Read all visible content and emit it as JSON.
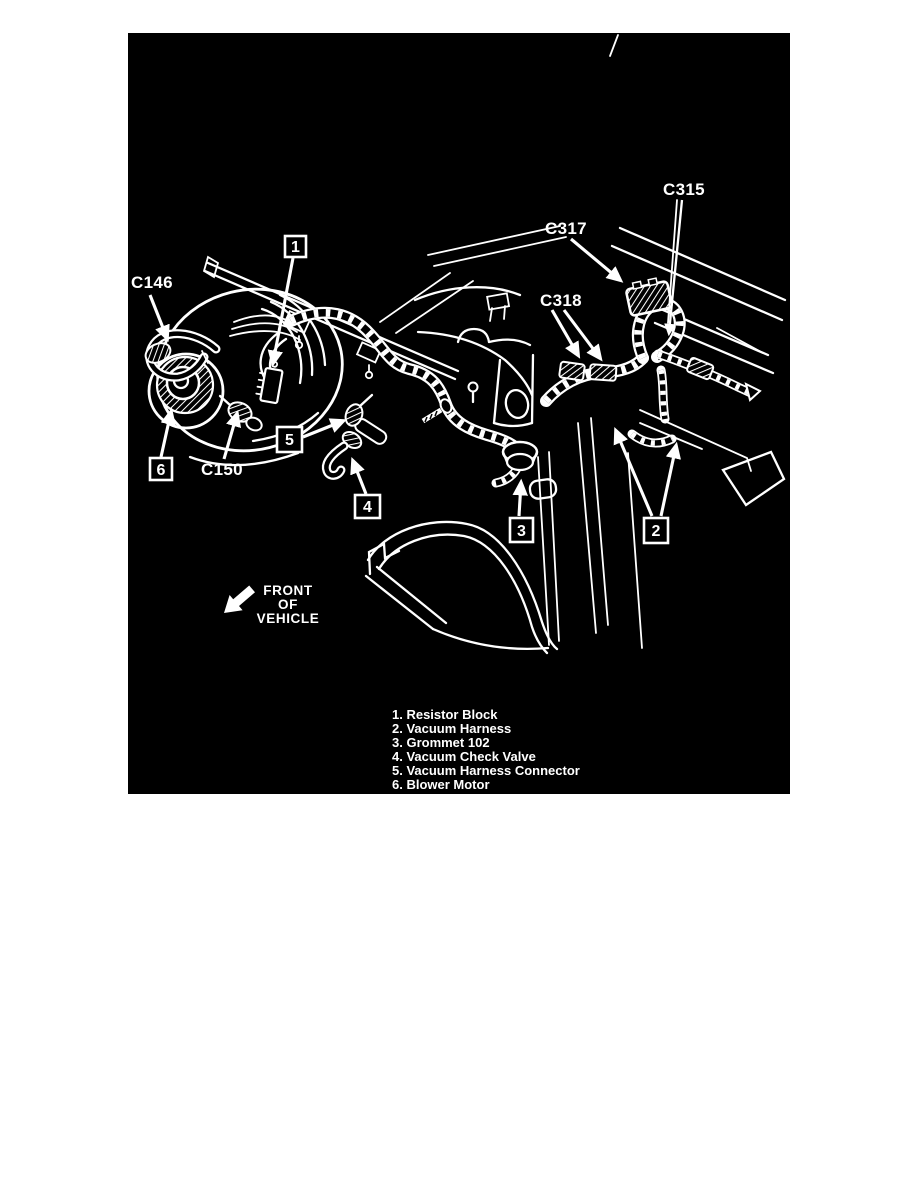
{
  "diagram": {
    "type": "service-manual-illustration",
    "subject": "Blower motor and vacuum harness routing",
    "colors": {
      "page_background": "#ffffff",
      "plate_background": "#000000",
      "ink": "#ffffff"
    },
    "connector_labels": {
      "c146": "C146",
      "c150": "C150",
      "c315": "C315",
      "c317": "C317",
      "c318": "C318"
    },
    "callouts": [
      "1",
      "2",
      "3",
      "4",
      "5",
      "6"
    ],
    "front_label": {
      "line1": "FRONT",
      "line2": "OF",
      "line3": "VEHICLE"
    },
    "legend": {
      "items": [
        "1. Resistor Block",
        "2. Vacuum Harness",
        "3. Grommet 102",
        "4. Vacuum Check Valve",
        "5. Vacuum Harness Connector",
        "6. Blower Motor"
      ]
    }
  }
}
